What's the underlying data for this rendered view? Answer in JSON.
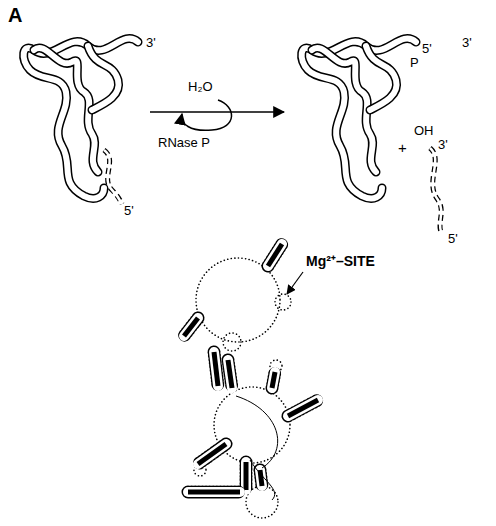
{
  "diagram": {
    "labels": [
      "A",
      "3'",
      "5'",
      "H₂O",
      "RNase P",
      "5'",
      "P",
      "3'",
      "+",
      "OH",
      "3'",
      "5'",
      "Mg²⁺–SITE"
    ]
  }
}
